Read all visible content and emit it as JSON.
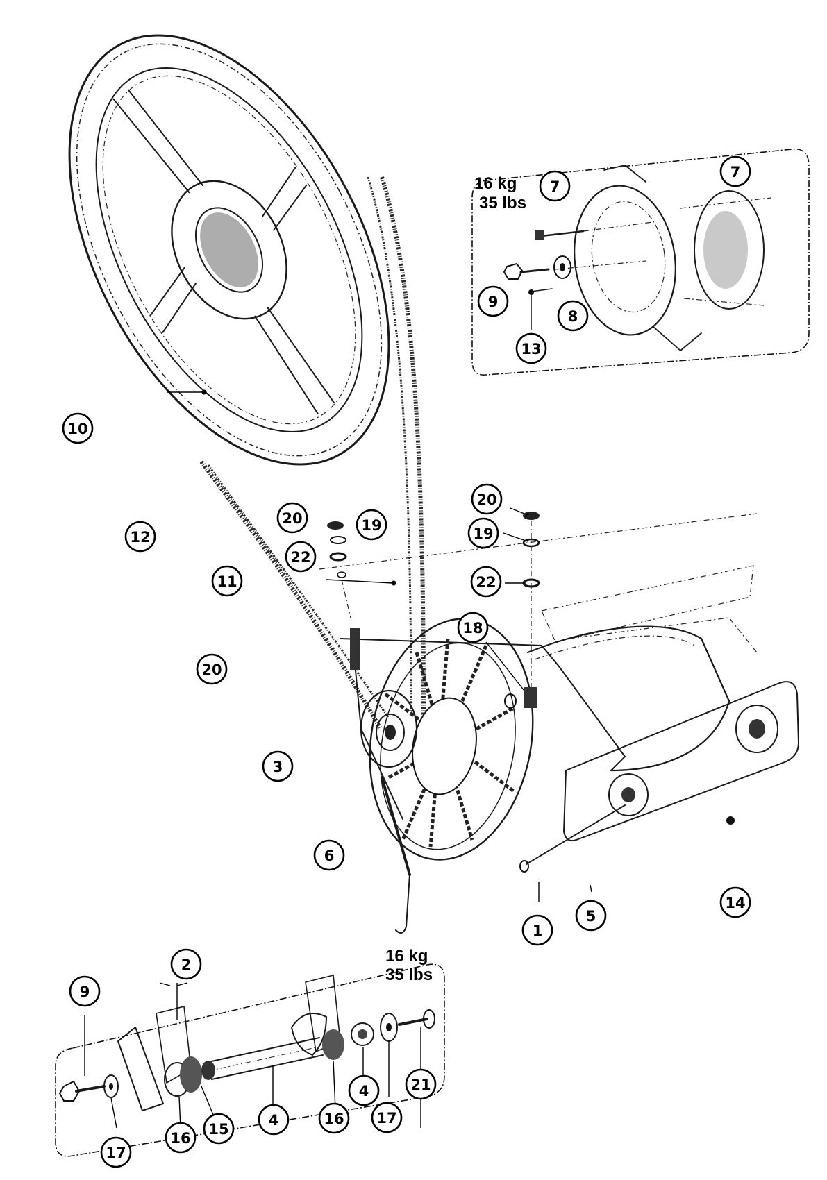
{
  "figure": {
    "weight_top": {
      "kg": "16 kg",
      "lbs": "35 lbs"
    },
    "weight_bottom": {
      "kg": "16 kg",
      "lbs": "35 lbs"
    },
    "callouts": [
      {
        "id": "c-7a",
        "label": "7"
      },
      {
        "id": "c-7b",
        "label": "7"
      },
      {
        "id": "c-9a",
        "label": "9"
      },
      {
        "id": "c-8",
        "label": "8"
      },
      {
        "id": "c-13",
        "label": "13"
      },
      {
        "id": "c-10",
        "label": "10"
      },
      {
        "id": "c-12",
        "label": "12"
      },
      {
        "id": "c-11",
        "label": "11"
      },
      {
        "id": "c-20a",
        "label": "20"
      },
      {
        "id": "c-19a",
        "label": "19"
      },
      {
        "id": "c-22a",
        "label": "22"
      },
      {
        "id": "c-20b",
        "label": "20"
      },
      {
        "id": "c-19b",
        "label": "19"
      },
      {
        "id": "c-22b",
        "label": "22"
      },
      {
        "id": "c-18",
        "label": "18"
      },
      {
        "id": "c-20c",
        "label": "20"
      },
      {
        "id": "c-3",
        "label": "3"
      },
      {
        "id": "c-6",
        "label": "6"
      },
      {
        "id": "c-1",
        "label": "1"
      },
      {
        "id": "c-5",
        "label": "5"
      },
      {
        "id": "c-14",
        "label": "14"
      },
      {
        "id": "c-2",
        "label": "2"
      },
      {
        "id": "c-9b",
        "label": "9"
      },
      {
        "id": "c-17a",
        "label": "17"
      },
      {
        "id": "c-16a",
        "label": "16"
      },
      {
        "id": "c-15",
        "label": "15"
      },
      {
        "id": "c-4a",
        "label": "4"
      },
      {
        "id": "c-16b",
        "label": "16"
      },
      {
        "id": "c-4b",
        "label": "4"
      },
      {
        "id": "c-17b",
        "label": "17"
      },
      {
        "id": "c-21",
        "label": "21"
      }
    ]
  }
}
